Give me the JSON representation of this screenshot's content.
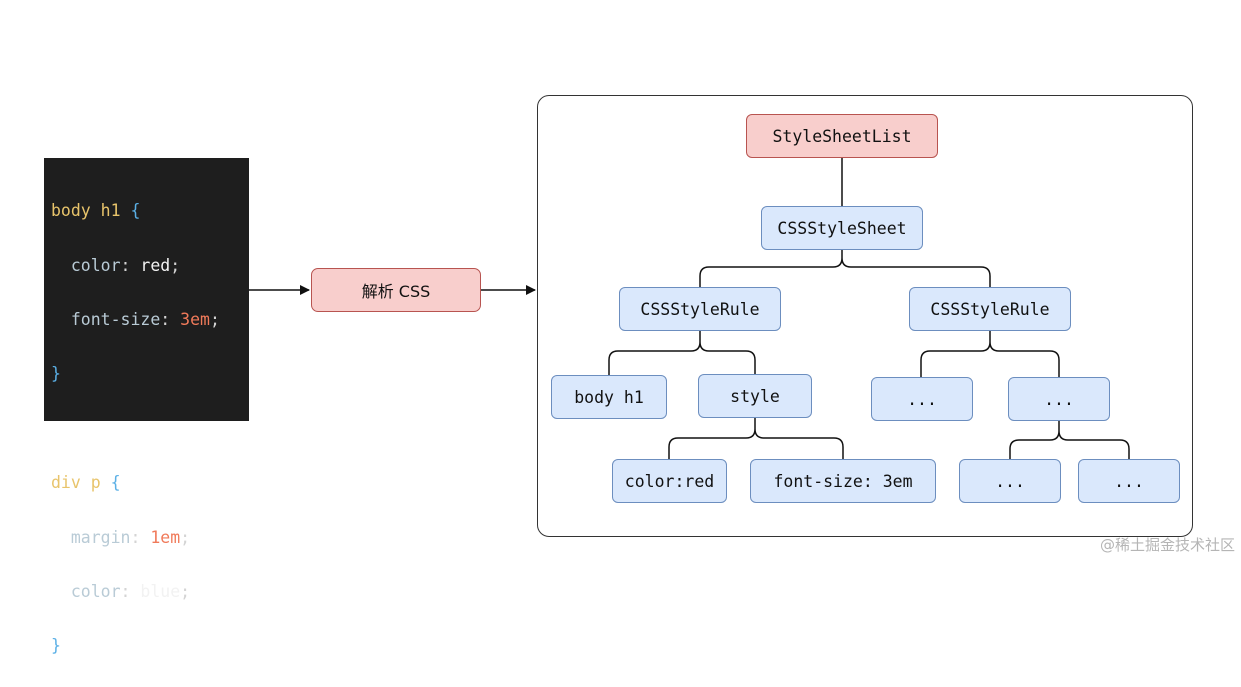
{
  "code": {
    "rule1": {
      "selector": "body h1",
      "open": "{",
      "decl1_prop": "color",
      "decl1_val": "red",
      "decl2_prop": "font-size",
      "decl2_val": "3em",
      "close": "}"
    },
    "rule2": {
      "selector": "div p",
      "open": "{",
      "decl1_prop": "margin",
      "decl1_val": "1em",
      "decl2_prop": "color",
      "decl2_val": "blue",
      "close": "}"
    }
  },
  "parse_label": "解析 CSS",
  "tree": {
    "root": "StyleSheetList",
    "sheet": "CSSStyleSheet",
    "rule_left": "CSSStyleRule",
    "rule_right": "CSSStyleRule",
    "selector_text": "body h1",
    "style": "style",
    "decl_color": "color:red",
    "decl_font": "font-size: 3em",
    "ellipsis_1": "...",
    "ellipsis_2": "...",
    "ellipsis_3": "...",
    "ellipsis_4": "..."
  },
  "watermark": "@稀土掘金技术社区",
  "colors": {
    "code_bg": "#1e1e1e",
    "red_fill": "#f8cecc",
    "red_stroke": "#b85450",
    "blue_fill": "#dae8fc",
    "blue_stroke": "#6c8ebf"
  }
}
